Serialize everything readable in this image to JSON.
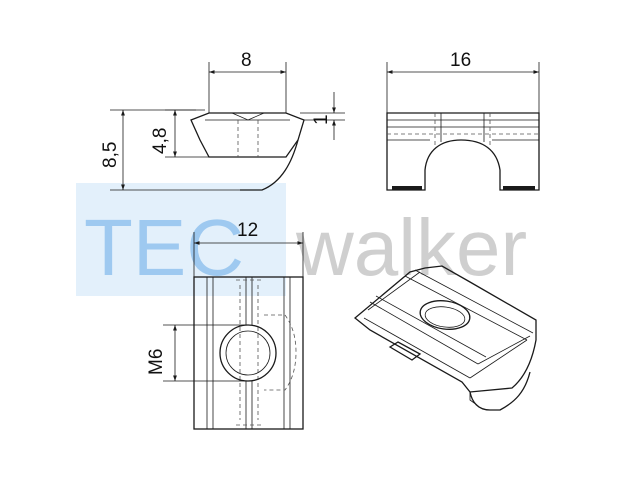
{
  "dimensions": {
    "top_width": "8",
    "total_height": "8,5",
    "mid_height": "4,8",
    "lip_height": "1",
    "side_width": "16",
    "bottom_width": "12",
    "thread": "M6"
  },
  "watermark": {
    "part_a": "TEC",
    "part_b": "walker",
    "color_a": "#9ec9f0",
    "color_b": "#cfcfcf",
    "box_color": "#e3f0fb"
  },
  "colors": {
    "line": "#1a1a1a",
    "background": "#ffffff"
  }
}
